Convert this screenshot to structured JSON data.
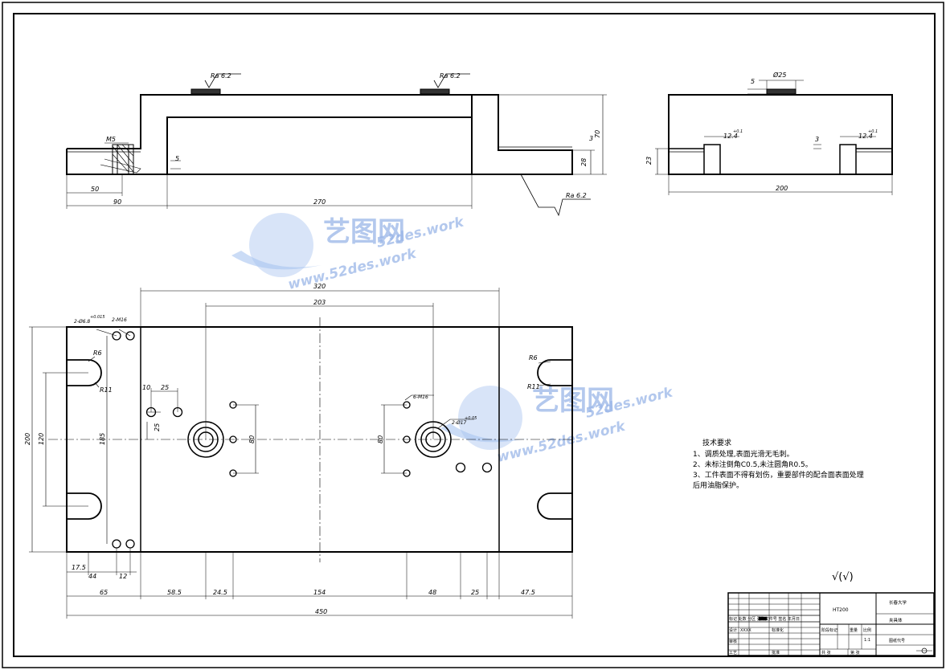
{
  "front_view": {
    "roughness_left": "Ra 6.2",
    "roughness_right": "Ra 6.2",
    "roughness_bottom": "Ra 6.2",
    "thread_label": "M5",
    "dim_5": "5",
    "dim_3": "3",
    "dim_28": "28",
    "dim_70": "70",
    "dim_50": "50",
    "dim_90": "90",
    "dim_270": "270"
  },
  "side_view": {
    "dia_label": "Ø25",
    "dim_5": "5",
    "dim_3": "3",
    "dim_23": "23",
    "dim_200": "200",
    "tol_left": "12.4",
    "tol_left_sup": "+0.1",
    "tol_right": "12.4",
    "tol_right_sup": "+0.1"
  },
  "plan_view": {
    "dim_320": "320",
    "dim_203": "203",
    "hole_left_label": "2-Ø6.8",
    "hole_left_sub": "+0.015",
    "m16_label": "2-M16",
    "six_m16_label": "6-M16",
    "r6_left": "R6",
    "r11_left": "R11",
    "r6_right": "R6",
    "r11_right": "R11",
    "bore_label": "2-Ø17",
    "bore_sup": "+0.05",
    "dim_10": "10",
    "dim_25_top": "25",
    "dim_25_v": "25",
    "dim_80_left": "80",
    "dim_80_right": "80",
    "dim_200": "200",
    "dim_120": "120",
    "dim_185": "185",
    "dim_17_5": "17.5",
    "dim_44": "44",
    "dim_12": "12",
    "dim_65": "65",
    "dim_58_5": "58.5",
    "dim_24_5": "24.5",
    "dim_154": "154",
    "dim_48": "48",
    "dim_25_bottom": "25",
    "dim_47_5": "47.5",
    "dim_450": "450"
  },
  "tech_notes": {
    "title": "技术要求",
    "line1": "1、调质处理,表面光滑无毛刺。",
    "line2": "2、未标注倒角C0.5,未注圆角R0.5。",
    "line3": "3、工件表面不得有划伤，重要部件的配合面表面处理",
    "line4": "后用油脂保护。"
  },
  "roughness_symbol": "√(√)",
  "title_block": {
    "material": "HT200",
    "school": "长春大学",
    "part_name": "夹具体",
    "design_label": "设计",
    "design_date": "XXXX",
    "std_label": "标准化",
    "review_label": "审核",
    "process_label": "工艺",
    "approve_label": "批准",
    "stage_label": "阶段标记",
    "weight_label": "重量",
    "scale_label": "比例",
    "scale_value": "1:1",
    "sheet_total": "共 张",
    "sheet_no": "第 张",
    "drawing_no": "图纸代号",
    "rev_header": "标记 处数 分区 更改文件号 签名 年月日"
  },
  "watermark": {
    "cn": "艺图网",
    "url1": "52des.work",
    "url2": "www.52des.work"
  }
}
